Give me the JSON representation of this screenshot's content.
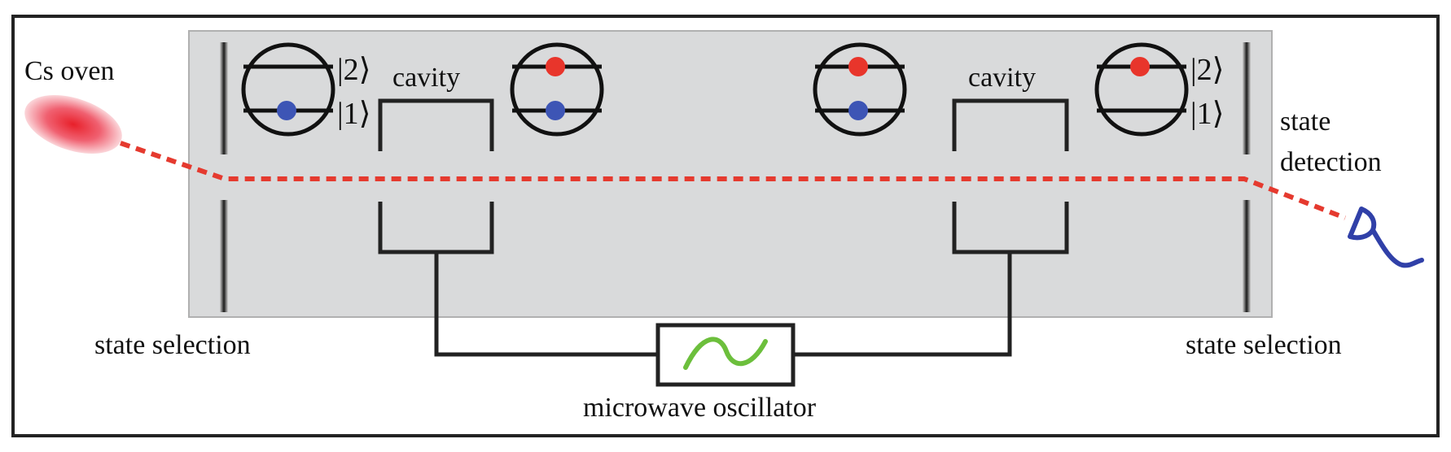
{
  "labels": {
    "cs_oven": "Cs oven",
    "cavity_left": "cavity",
    "cavity_right": "cavity",
    "state_selection_left": "state selection",
    "state_selection_right": "state selection",
    "state_detection_line1": "state",
    "state_detection_line2": "detection",
    "microwave_oscillator": "microwave oscillator"
  },
  "kets": {
    "upper_left": "|2⟩",
    "lower_left": "|1⟩",
    "upper_right": "|2⟩",
    "lower_right": "|1⟩"
  },
  "colors": {
    "beam": "#e53a2f",
    "excited_atom": "#e8352b",
    "ground_atom": "#3d55b5",
    "detector": "#3040a8",
    "microwave_wave": "#6cbf3c",
    "vacuum_chamber": "#d9dadb",
    "oven": "#e8202a"
  },
  "icons": {
    "oven": "oven-blob-icon",
    "detector": "detector-icon",
    "oscillator": "sine-wave-icon"
  }
}
